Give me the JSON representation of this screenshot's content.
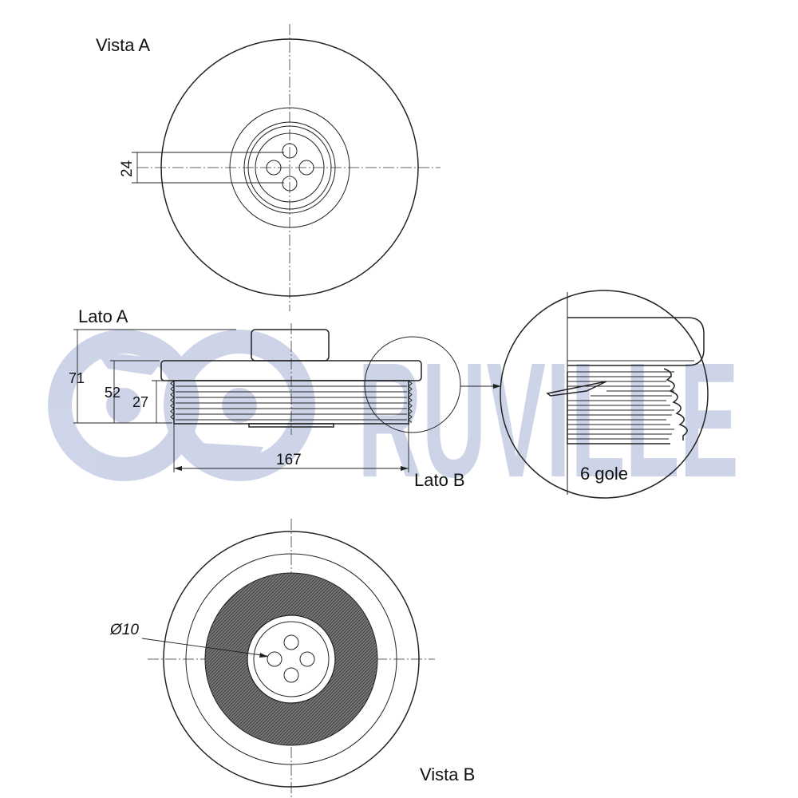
{
  "view_a_label": "Vista A",
  "view_b_label": "Vista B",
  "side_a_label": "Lato A",
  "side_b_label": "Lato B",
  "grooves_label": "6 gole",
  "dim_24": "24",
  "dim_71": "71",
  "dim_52": "52",
  "dim_27": "27",
  "dim_167": "167",
  "dim_hole": "Ø10",
  "brand": "RUVILLE",
  "colors": {
    "watermark": "#c9d0e6",
    "line": "#222222",
    "hatch": "#555555"
  }
}
